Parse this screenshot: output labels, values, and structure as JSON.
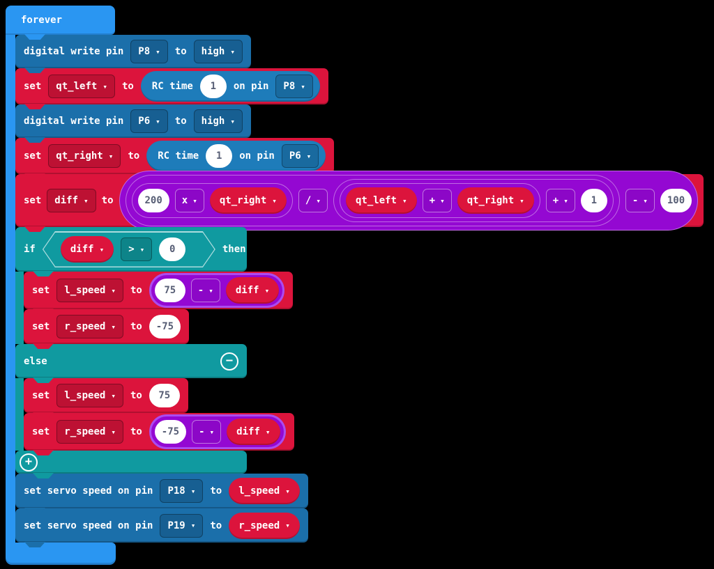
{
  "colors": {
    "background": "#000000",
    "forever_blue": "#2a96f2",
    "statement_blue": "#1b6faa",
    "reporter_blue": "#1e7cba",
    "variable_red": "#dc143c",
    "math_purple": "#9408d2",
    "logic_teal": "#109aa0",
    "highlight_ring": "#ab4bef",
    "number_text": "#575e75"
  },
  "icons": {
    "dropdown_arrow": "▾",
    "collapse": "−",
    "expand": "+"
  },
  "forever": {
    "label": "forever"
  },
  "digital_write_1": {
    "label": "digital write pin",
    "pin": "P8",
    "to": "to",
    "level": "high"
  },
  "set_qt_left": {
    "set": "set",
    "var": "qt_left",
    "to": "to",
    "rc_label": "RC time",
    "rc_value": "1",
    "on_pin": "on pin",
    "pin": "P8"
  },
  "digital_write_2": {
    "label": "digital write pin",
    "pin": "P6",
    "to": "to",
    "level": "high"
  },
  "set_qt_right": {
    "set": "set",
    "var": "qt_right",
    "to": "to",
    "rc_label": "RC time",
    "rc_value": "1",
    "on_pin": "on pin",
    "pin": "P6"
  },
  "set_diff": {
    "set": "set",
    "var": "diff",
    "to": "to",
    "n200": "200",
    "op_mul": "x",
    "qt_right": "qt_right",
    "op_div": "/",
    "qt_left": "qt_left",
    "op_add1": "+",
    "qt_right2": "qt_right",
    "op_add2": "+",
    "n1": "1",
    "op_sub": "-",
    "n100": "100"
  },
  "if_block": {
    "if": "if",
    "cond_var": "diff",
    "cond_op": ">",
    "cond_value": "0",
    "then": "then",
    "else": "else"
  },
  "set_l_speed_then": {
    "set": "set",
    "var": "l_speed",
    "to": "to",
    "n": "75",
    "op": "-",
    "rhs": "diff"
  },
  "set_r_speed_then": {
    "set": "set",
    "var": "r_speed",
    "to": "to",
    "value": "-75"
  },
  "set_l_speed_else": {
    "set": "set",
    "var": "l_speed",
    "to": "to",
    "value": "75"
  },
  "set_r_speed_else": {
    "set": "set",
    "var": "r_speed",
    "to": "to",
    "n": "-75",
    "op": "-",
    "rhs": "diff"
  },
  "servo_1": {
    "label": "set servo speed on pin",
    "pin": "P18",
    "to": "to",
    "var": "l_speed"
  },
  "servo_2": {
    "label": "set servo speed on pin",
    "pin": "P19",
    "to": "to",
    "var": "r_speed"
  }
}
